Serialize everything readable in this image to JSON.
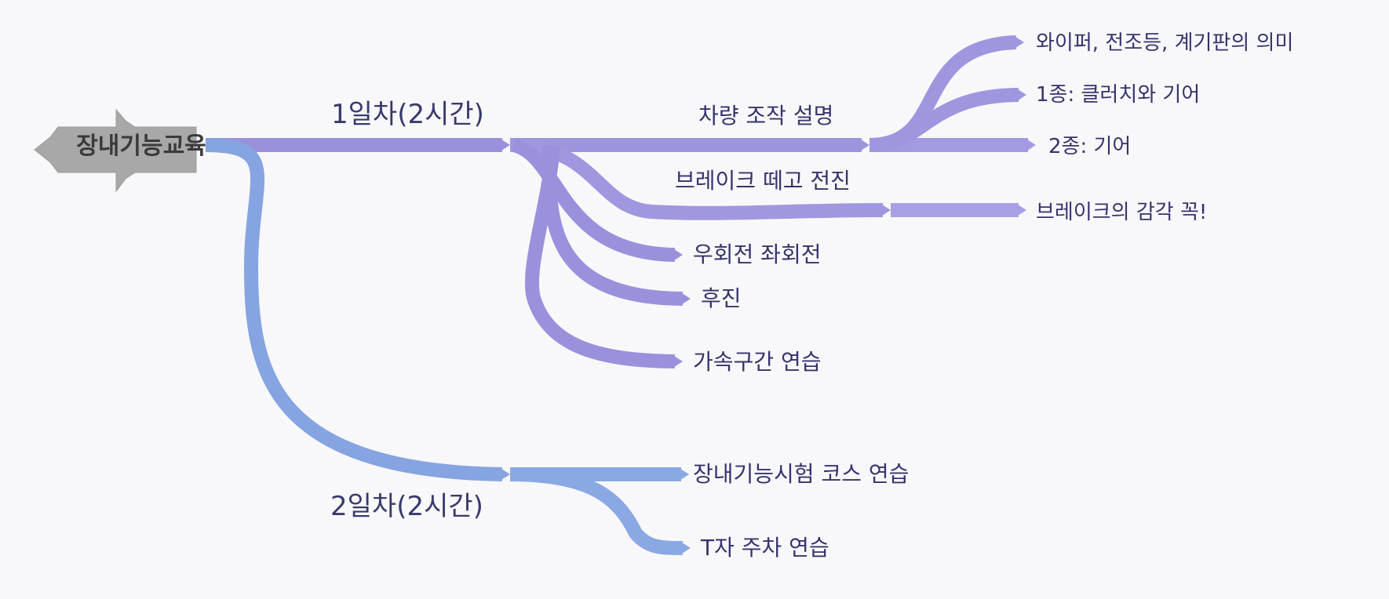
{
  "diagram": {
    "root": "장내기능교육",
    "branches": [
      {
        "label": "1일차(2시간)",
        "color": "#9d93dd",
        "children": [
          {
            "label": "차량 조작 설명",
            "children": [
              "와이퍼, 전조등, 계기판의 의미",
              "1종: 클러치와 기어",
              "2종: 기어"
            ]
          },
          {
            "label": "브레이크 떼고 전진",
            "children": [
              "브레이크의 감각 꼭!"
            ]
          },
          {
            "label": "우회전 좌회전"
          },
          {
            "label": "후진"
          },
          {
            "label": "가속구간 연습"
          }
        ]
      },
      {
        "label": "2일차(2시간)",
        "color": "#87a5e2",
        "children": [
          {
            "label": "장내기능시험 코스 연습"
          },
          {
            "label": "T자 주차 연습"
          }
        ]
      }
    ]
  }
}
